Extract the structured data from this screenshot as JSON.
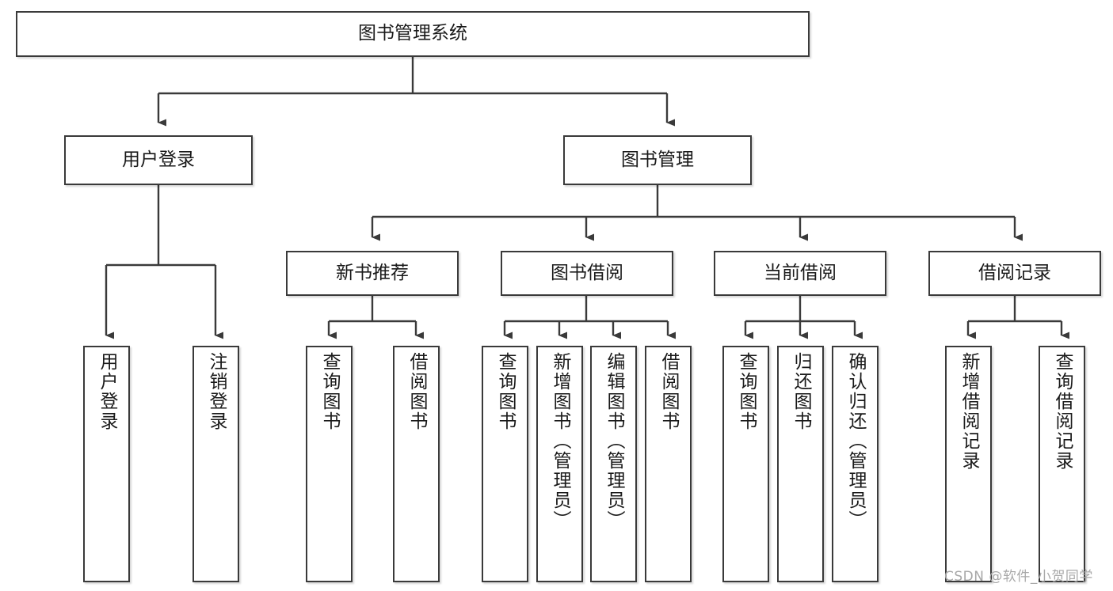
{
  "diagram": {
    "title": "图书管理系统",
    "type": "tree-hierarchy-chart",
    "watermark": "CSDN @软件_小贺同学",
    "colors": {
      "node_border": "#3a3a3a",
      "node_fill": "#ffffff",
      "edge": "#3a3a3a",
      "text": "#1a1a1a",
      "watermark": "#a8a8a8"
    },
    "root": {
      "label": "图书管理系统"
    },
    "level2": [
      {
        "label": "用户登录"
      },
      {
        "label": "图书管理"
      }
    ],
    "level3": [
      {
        "label": "新书推荐"
      },
      {
        "label": "图书借阅"
      },
      {
        "label": "当前借阅"
      },
      {
        "label": "借阅记录"
      }
    ],
    "leaves": {
      "user_login": [
        {
          "label": "用户登录"
        },
        {
          "label": "注销登录"
        }
      ],
      "new_book_recommend": [
        {
          "label": "查询图书"
        },
        {
          "label": "借阅图书"
        }
      ],
      "book_borrow": [
        {
          "label": "查询图书"
        },
        {
          "label": "新增图书（管理员）"
        },
        {
          "label": "编辑图书（管理员）"
        },
        {
          "label": "借阅图书"
        }
      ],
      "current_borrow": [
        {
          "label": "查询图书"
        },
        {
          "label": "归还图书"
        },
        {
          "label": "确认归还（管理员）"
        }
      ],
      "borrow_record": [
        {
          "label": "新增借阅记录"
        },
        {
          "label": "查询借阅记录"
        }
      ]
    }
  }
}
